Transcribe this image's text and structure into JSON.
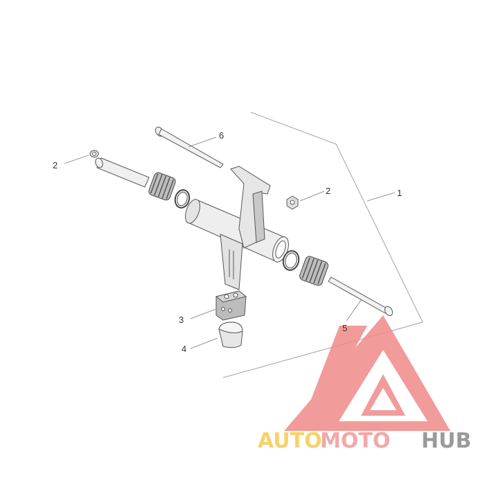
{
  "callouts": [
    {
      "id": "c6",
      "label": "6"
    },
    {
      "id": "c2a",
      "label": "2"
    },
    {
      "id": "c2b",
      "label": "2"
    },
    {
      "id": "c1",
      "label": "1"
    },
    {
      "id": "c3",
      "label": "3"
    },
    {
      "id": "c4",
      "label": "4"
    },
    {
      "id": "c5",
      "label": "5"
    }
  ],
  "watermark": {
    "word_auto": "AUTO",
    "word_moto": "MOTO",
    "word_hub": "HUB",
    "color_auto": "#f6d36a",
    "color_moto": "#f2a8a8",
    "color_hub": "#9a9a9a",
    "color_logo": "#f08a8a"
  },
  "colors": {
    "line": "#555555",
    "part_fill": "#e6e6e6",
    "part_dark": "#9a9a9a",
    "frame": "#999999"
  }
}
